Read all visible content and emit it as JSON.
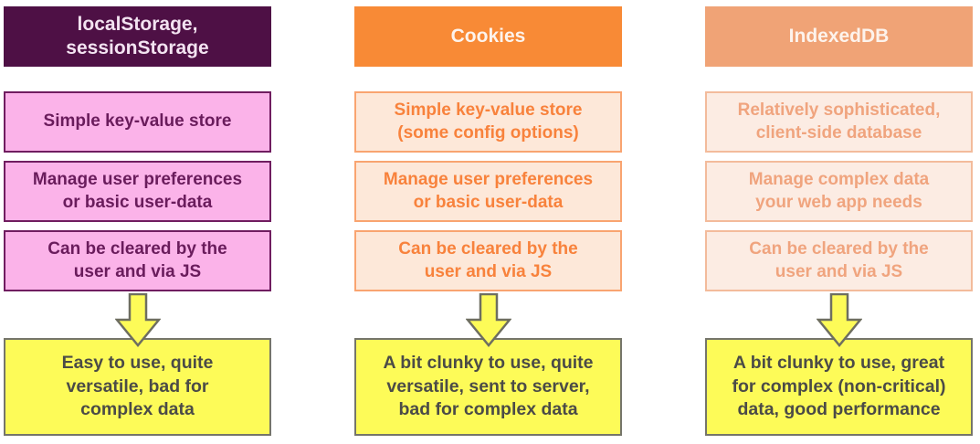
{
  "palette": {
    "purple_header_bg": "#4e1045",
    "purple_header_text": "#f3e3f1",
    "pink_box_bg": "#fbb3e9",
    "pink_box_border": "#701d60",
    "pink_box_text": "#6a1c5c",
    "orange_header_bg": "#f88a36",
    "orange_box_bg": "#fde8d9",
    "orange_box_border": "#f9a470",
    "orange_box_text": "#f8823c",
    "salmon_header_bg": "#f0a376",
    "salmon_box_bg": "#fcece3",
    "salmon_box_border": "#f3bb9b",
    "salmon_box_text": "#f0a47e",
    "yellow_box_bg": "#fdfb58",
    "yellow_box_border": "#75756a",
    "summary_text": "#4b4b47",
    "arrow_fill": "#fdfb58",
    "arrow_outline": "#6e6e60",
    "header_text_light": "#fdf3ec"
  },
  "columns": [
    {
      "header": "localStorage,\nsessionStorage",
      "features": [
        "Simple key-value store",
        "Manage user preferences\nor basic user-data",
        "Can be cleared by the\nuser and via JS"
      ],
      "summary": "Easy to use, quite\nversatile, bad for\ncomplex data"
    },
    {
      "header": "Cookies",
      "features": [
        "Simple key-value store\n(some config options)",
        "Manage user preferences\nor basic user-data",
        "Can be cleared by the\nuser and via JS"
      ],
      "summary": "A bit clunky to use, quite\nversatile, sent to server,\nbad for complex data"
    },
    {
      "header": "IndexedDB",
      "features": [
        "Relatively sophisticated,\nclient-side database",
        "Manage complex data\nyour web app needs",
        "Can be cleared by the\nuser and via JS"
      ],
      "summary": "A bit clunky to use, great\nfor complex (non-critical)\ndata, good performance"
    }
  ]
}
